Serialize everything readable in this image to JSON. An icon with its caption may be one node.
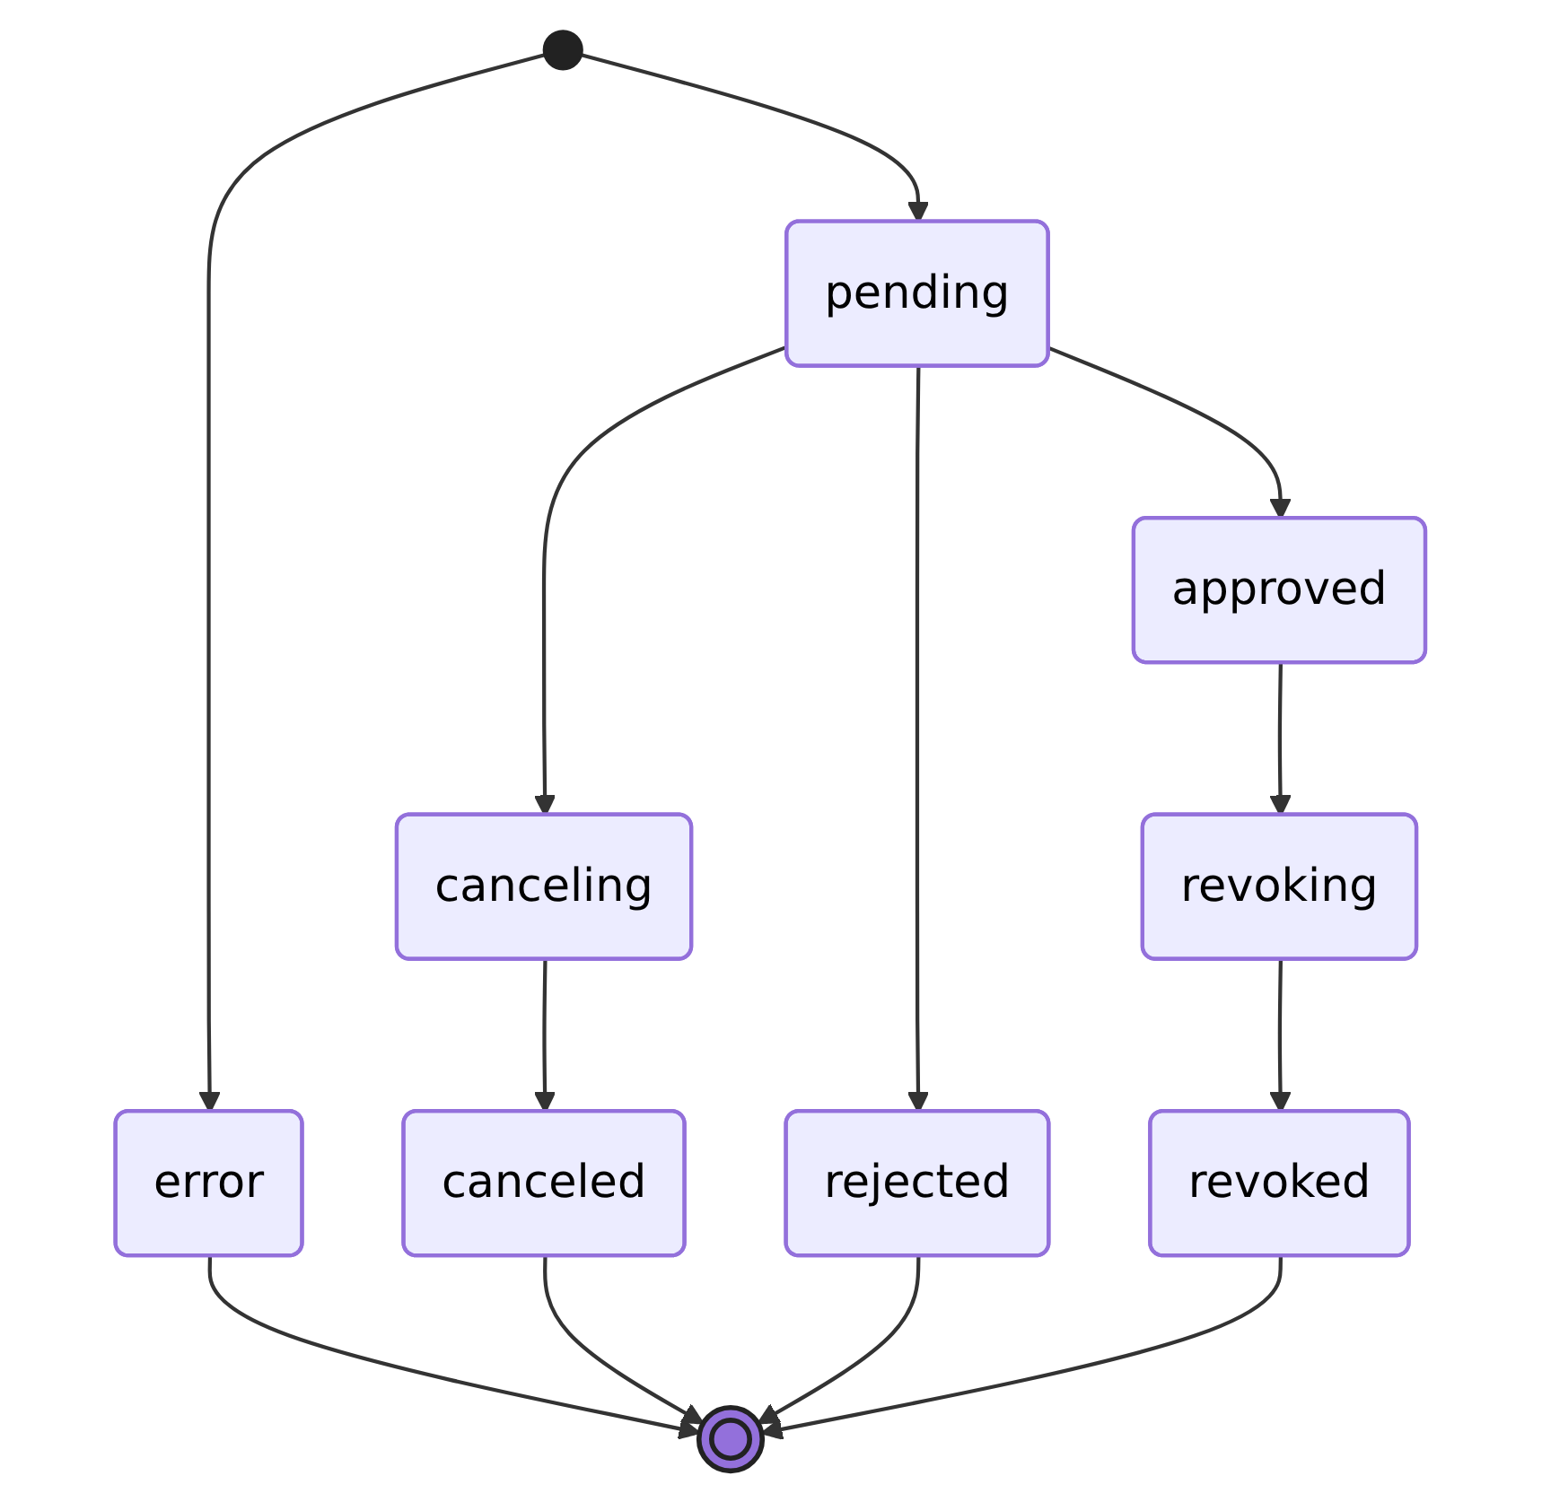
{
  "diagram": {
    "nodes": [
      {
        "text": [],
        "shape": "circle"
      },
      {
        "text": [
          "pending"
        ]
      },
      {
        "text": [
          "approved"
        ]
      },
      {
        "text": [
          "canceling"
        ]
      },
      {
        "text": [
          "revoking"
        ]
      },
      {
        "text": [
          "error"
        ]
      },
      {
        "text": [
          "canceled"
        ]
      },
      {
        "text": [
          "rejected"
        ]
      },
      {
        "text": [
          "revoked"
        ]
      },
      {
        "text": [],
        "shape": "circle"
      }
    ],
    "edges": [
      {
        "from": 0,
        "to": 5,
        "arrow": "to"
      },
      {
        "from": 0,
        "to": 1,
        "arrow": "to"
      },
      {
        "from": 1,
        "to": 3,
        "arrow": "to"
      },
      {
        "from": 1,
        "to": 7,
        "arrow": "to"
      },
      {
        "from": 1,
        "to": 2,
        "arrow": "to"
      },
      {
        "from": 2,
        "to": 4,
        "arrow": "to"
      },
      {
        "from": 3,
        "to": 6,
        "arrow": "to"
      },
      {
        "from": 4,
        "to": 8,
        "arrow": "to"
      },
      {
        "from": 5,
        "to": 9,
        "arrow": "to"
      },
      {
        "from": 6,
        "to": 9,
        "arrow": "to"
      },
      {
        "from": 7,
        "to": 9,
        "arrow": "to"
      },
      {
        "from": 8,
        "to": 9,
        "arrow": "to"
      }
    ]
  }
}
